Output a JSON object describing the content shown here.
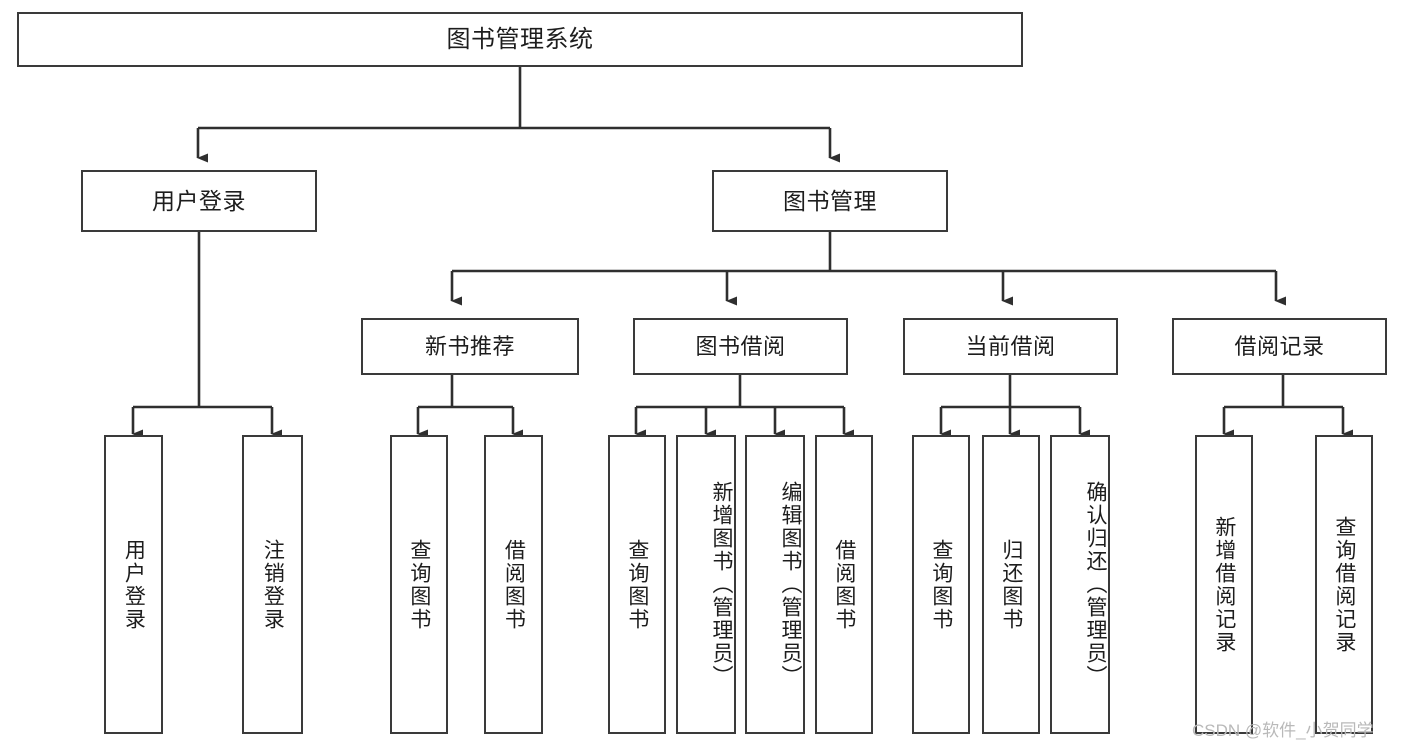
{
  "diagram": {
    "title": "图书管理系统",
    "type": "tree-hierarchy-chart",
    "watermark": "CSDN @软件_小贺同学",
    "colors": {
      "stroke": "#3a3a3a",
      "fill": "#ffffff",
      "text": "#1d1d1d",
      "watermark": "#b9b9b9"
    },
    "root": {
      "label": "图书管理系统"
    },
    "level2": [
      {
        "label": "用户登录"
      },
      {
        "label": "图书管理"
      }
    ],
    "level3": [
      {
        "label": "新书推荐"
      },
      {
        "label": "图书借阅"
      },
      {
        "label": "当前借阅"
      },
      {
        "label": "借阅记录"
      }
    ],
    "leaves": {
      "user_login": [
        {
          "label": "用户登录"
        },
        {
          "label": "注销登录"
        }
      ],
      "new_book_recommend": [
        {
          "label": "查询图书"
        },
        {
          "label": "借阅图书"
        }
      ],
      "book_borrow": [
        {
          "label": "查询图书"
        },
        {
          "label": "新增图书（管理员）"
        },
        {
          "label": "编辑图书（管理员）"
        },
        {
          "label": "借阅图书"
        }
      ],
      "current_borrow": [
        {
          "label": "查询图书"
        },
        {
          "label": "归还图书"
        },
        {
          "label": "确认归还（管理员）"
        }
      ],
      "borrow_record": [
        {
          "label": "新增借阅记录"
        },
        {
          "label": "查询借阅记录"
        }
      ]
    }
  }
}
